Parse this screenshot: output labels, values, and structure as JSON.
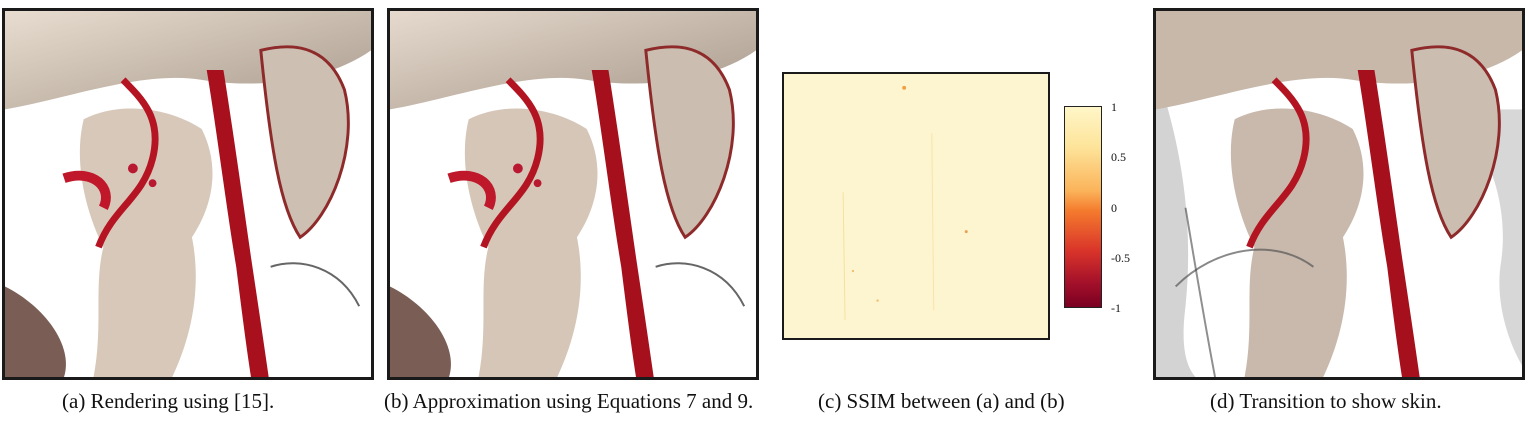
{
  "captions": {
    "a": "(a)  Rendering using [15].",
    "b": "(b)  Approximation using Equations 7 and 9.",
    "c": "(c)  SSIM between (a) and (b)",
    "d": "(d)  Transition to show skin."
  },
  "colorbar": {
    "ticks": [
      "1",
      "0.5",
      "0",
      "-0.5",
      "-1"
    ],
    "range": [
      -1,
      1
    ],
    "colors": {
      "high": "#fff6c8",
      "mid": "#f47a2d",
      "low": "#7a0022"
    }
  },
  "ssim_map": {
    "background_color": "#fdf5d0"
  },
  "colors": {
    "bone": "#d9cbbd",
    "vessel": "#b0121f",
    "skin": "#9a9a9a"
  }
}
